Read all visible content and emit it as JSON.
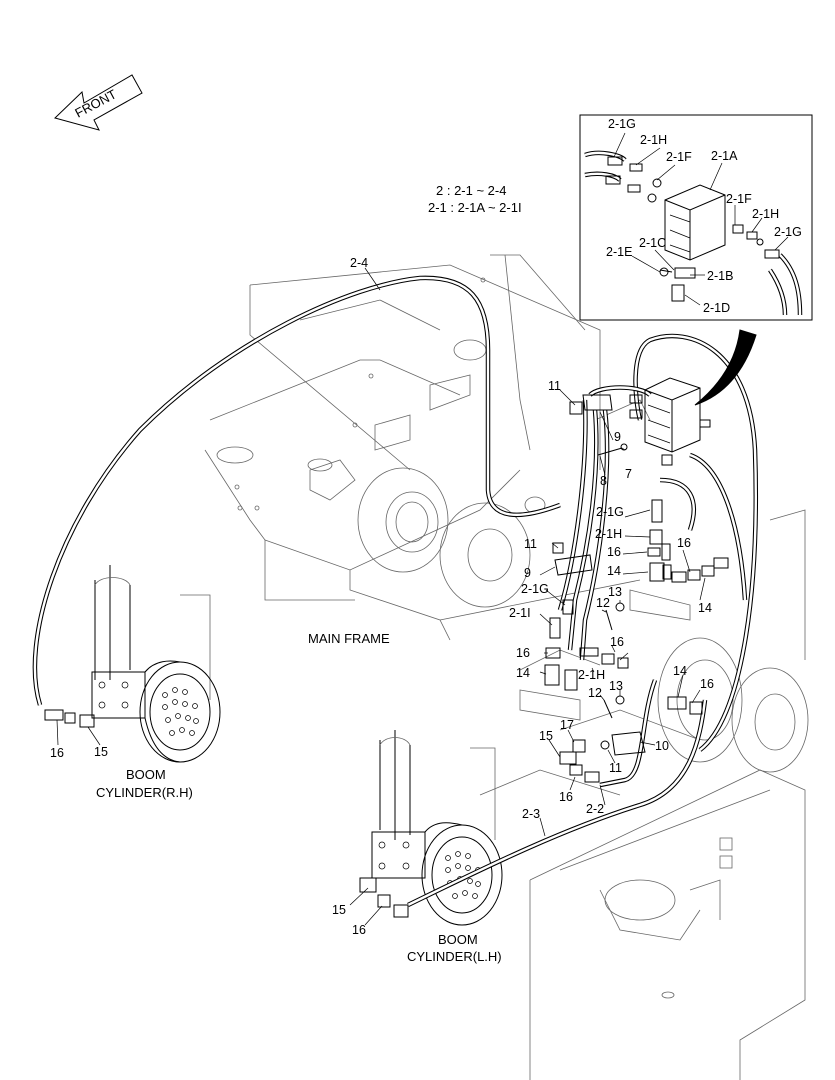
{
  "direction_arrow": {
    "label": "FRONT"
  },
  "legend": {
    "line1": "2 : 2-1 ~ 2-4",
    "line2": "2-1 : 2-1A ~ 2-1I"
  },
  "frame_labels": {
    "main_frame": "MAIN FRAME",
    "boom_rh_1": "BOOM",
    "boom_rh_2": "CYLINDER(R.H)",
    "boom_lh_1": "BOOM",
    "boom_lh_2": "CYLINDER(L.H)"
  },
  "inset_callouts": {
    "g_top": "2-1G",
    "h_top": "2-1H",
    "f_top": "2-1F",
    "a": "2-1A",
    "f_right": "2-1F",
    "h_right": "2-1H",
    "g_right": "2-1G",
    "c": "2-1C",
    "e": "2-1E",
    "b": "2-1B",
    "d": "2-1D"
  },
  "callouts": {
    "c2_4": "2-4",
    "c11_a": "11",
    "c9_a": "9",
    "c7": "7",
    "c8": "8",
    "c2_1g_a": "2-1G",
    "c2_1h_a": "2-1H",
    "c16_a": "16",
    "c14_a": "14",
    "c16_b": "16",
    "c14_b": "14",
    "c11_b": "11",
    "c9_b": "9",
    "c2_1g_b": "2-1G",
    "c2_1i": "2-1I",
    "c13_a": "13",
    "c12_a": "12",
    "c16_c": "16",
    "c14_c": "14",
    "c16_d": "16",
    "c2_1h_b": "2-1H",
    "c14_d": "14",
    "c16_e": "16",
    "c13_b": "13",
    "c12_b": "12",
    "c17": "17",
    "c15_a": "15",
    "c10": "10",
    "c11_c": "11",
    "c16_f": "16",
    "c2_2": "2-2",
    "c2_3": "2-3",
    "c16_g": "16",
    "c15_b": "15",
    "c15_c": "15",
    "c16_h": "16"
  }
}
